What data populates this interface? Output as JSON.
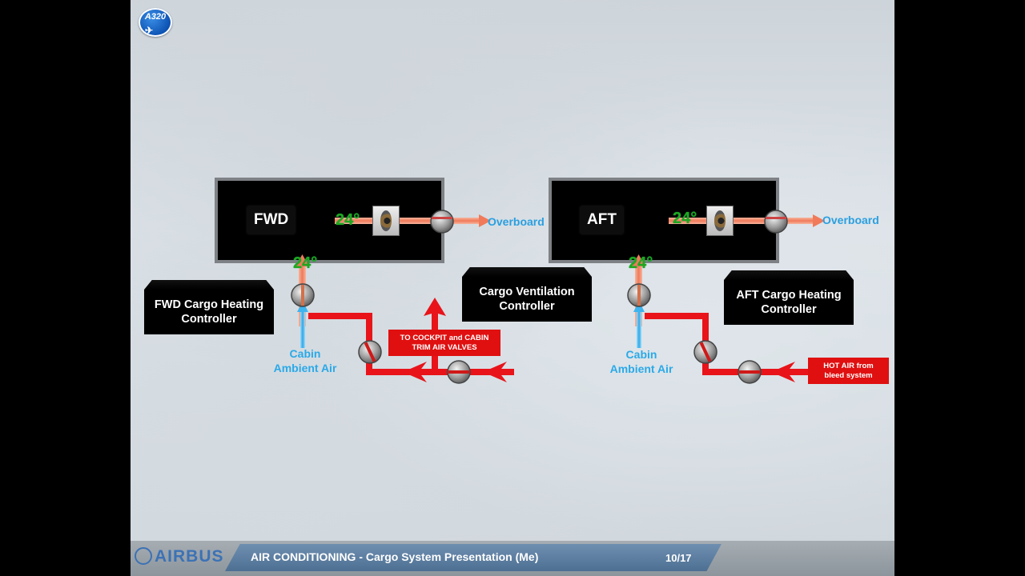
{
  "header": {
    "logo_text": "A320"
  },
  "compartments": {
    "fwd": {
      "label": "FWD",
      "outlet_temp": "24°",
      "inlet_temp": "24°",
      "overboard": "Overboard"
    },
    "aft": {
      "label": "AFT",
      "outlet_temp": "24°",
      "inlet_temp": "24°",
      "overboard": "Overboard"
    }
  },
  "controllers": {
    "fwd_heating": "FWD Cargo Heating Controller",
    "ventilation": "Cargo Ventilation Controller",
    "aft_heating": "AFT Cargo Heating Controller"
  },
  "labels": {
    "fwd_ambient": "Cabin Ambient Air",
    "aft_ambient": "Cabin Ambient Air",
    "trim_air": "TO COCKPIT and CABIN TRIM AIR VALVES",
    "hot_air": "HOT AIR from bleed system"
  },
  "colors": {
    "hot_line": "#e8141a",
    "warm_line": "#f08a6a",
    "cold_line": "#3fb4ee",
    "temp_green": "#1fa81f"
  },
  "footer": {
    "brand": "AIRBUS",
    "title": "AIR CONDITIONING - Cargo System Presentation (Me)",
    "page": "10/17"
  }
}
